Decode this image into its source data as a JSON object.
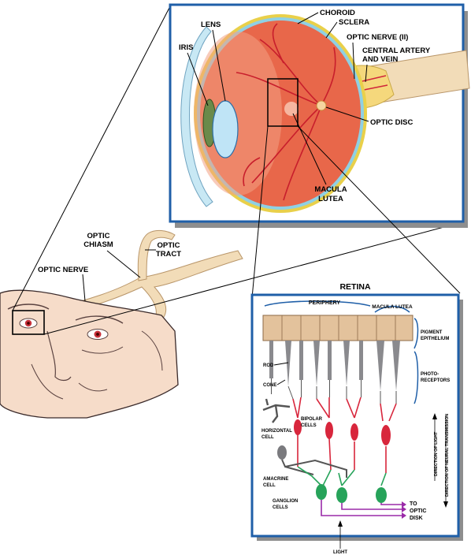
{
  "eye": {
    "choroid": "CHOROID",
    "sclera": "SCLERA",
    "lens": "LENS",
    "iris": "IRIS",
    "optic_nerve_ii": "OPTIC NERVE (II)",
    "central_artery_line1": "CENTRAL ARTERY",
    "central_artery_line2": "AND VEIN",
    "optic_disc": "OPTIC DISC",
    "macula_line1": "MACULA",
    "macula_line2": "LUTEA"
  },
  "pathway": {
    "optic_chiasm_line1": "OPTIC",
    "optic_chiasm_line2": "CHIASM",
    "optic_tract_line1": "OPTIC",
    "optic_tract_line2": "TRACT",
    "optic_nerve": "OPTIC NERVE"
  },
  "retina": {
    "title": "RETINA",
    "periphery": "PERIPHERY",
    "macula_lutea": "MACULA LUTEA",
    "pigment_line1": "PIGMENT",
    "pigment_line2": "EPITHELIUM",
    "photo_line1": "PHOTO-",
    "photo_line2": "RECEPTORS",
    "rod": "ROD",
    "cone": "CONE",
    "horizontal_line1": "HORIZONTAL",
    "horizontal_line2": "CELL",
    "bipolar_line1": "BIPOLAR",
    "bipolar_line2": "CELLS",
    "amacrine_line1": "AMACRINE",
    "amacrine_line2": "CELL",
    "ganglion_line1": "GANGLION",
    "ganglion_line2": "CELLS",
    "to_optic_line1": "TO",
    "to_optic_line2": "OPTIC",
    "to_optic_line3": "DISK",
    "direction_light": "DIRECTION OF LIGHT",
    "direction_neural": "DIRECTION OF NEURAL TRANSMISSION",
    "light": "LIGHT"
  },
  "colors": {
    "panel_border": "#1f5fa8",
    "panel_shadow": "#8e8e8e",
    "eyeball": "#e8674a",
    "nerve": "#f2dcb8",
    "skin": "#f6dcc9",
    "rod_cone": "#8a8a8e",
    "bipolar": "#d8263c",
    "ganglion": "#27a35a",
    "axon": "#9a2aa8",
    "pigment": "#e3c29c"
  }
}
